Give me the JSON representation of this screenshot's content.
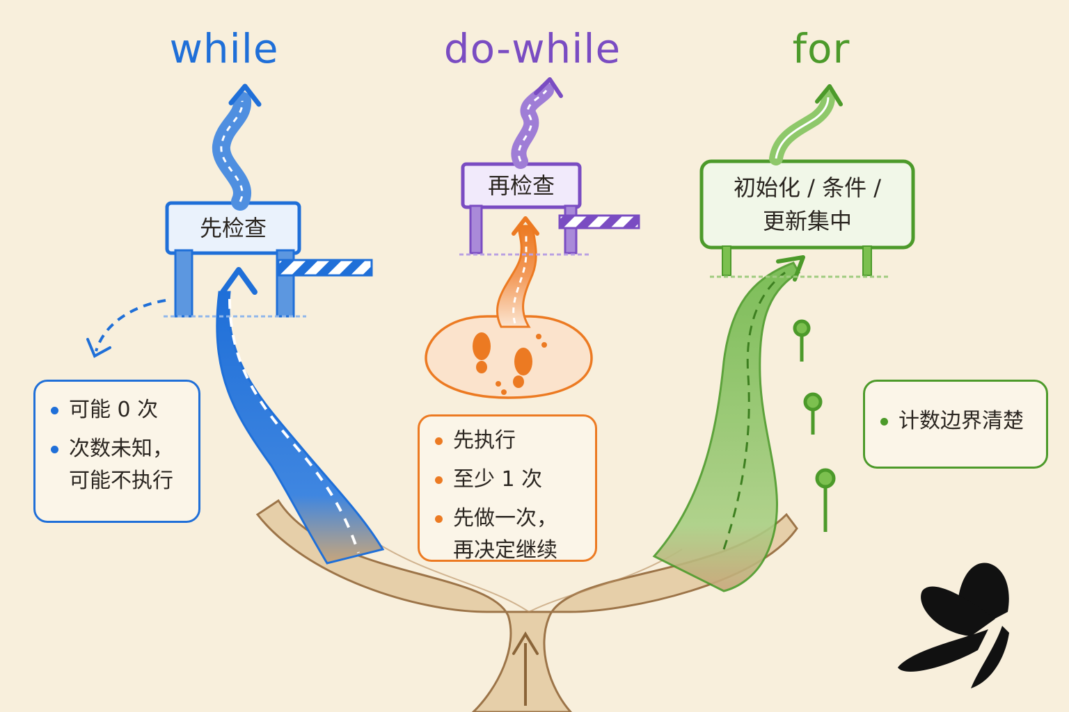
{
  "colors": {
    "while": "#1f6fd8",
    "do_while": "#7a4cc2",
    "for": "#4c9a2a",
    "do_body": "#ec7a22",
    "trunk": "#c9a67a",
    "background": "#f8efdc"
  },
  "loops": {
    "while": {
      "title": "while",
      "sign": "先检查",
      "notes": [
        "可能 0 次",
        "次数未知，\n可能不执行"
      ]
    },
    "do_while": {
      "title": "do-while",
      "sign": "再检查",
      "notes": [
        "先执行",
        "至少 1 次",
        "先做一次，\n再决定继续"
      ]
    },
    "for": {
      "title": "for",
      "sign": "初始化 / 条件 /\n更新集中",
      "notes": [
        "计数边界清楚"
      ]
    }
  },
  "icons": {
    "footprints": "footprints-icon",
    "logo": "butterfly-logo-icon"
  }
}
